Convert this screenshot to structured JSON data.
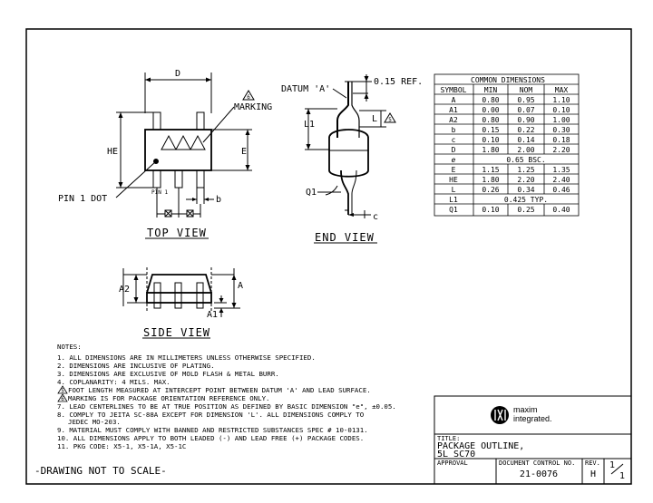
{
  "top_view": {
    "title": "TOP VIEW",
    "dim_d": "D",
    "dim_he": "HE",
    "dim_e": "E",
    "dim_b": "b",
    "marking": "MARKING",
    "marking_ref": "6",
    "pin1_dot": "PIN 1 DOT",
    "pin1_small": "PIN 1"
  },
  "end_view": {
    "title": "END VIEW",
    "datum": "DATUM 'A'",
    "ref": "0.15 REF.",
    "dim_l1": "L1",
    "dim_l": "L",
    "dim_q1": "Q1",
    "dim_c": "c",
    "foot_ref": "5"
  },
  "side_view": {
    "title": "SIDE VIEW",
    "dim_a2": "A2",
    "dim_a": "A",
    "dim_a1": "A1"
  },
  "table": {
    "title": "COMMON DIMENSIONS",
    "headers": [
      "SYMBOL",
      "MIN",
      "NOM",
      "MAX"
    ],
    "rows": [
      [
        "A",
        "0.80",
        "0.95",
        "1.10"
      ],
      [
        "A1",
        "0.00",
        "0.07",
        "0.10"
      ],
      [
        "A2",
        "0.80",
        "0.90",
        "1.00"
      ],
      [
        "b",
        "0.15",
        "0.22",
        "0.30"
      ],
      [
        "c",
        "0.10",
        "0.14",
        "0.18"
      ],
      [
        "D",
        "1.80",
        "2.00",
        "2.20"
      ],
      [
        "e",
        "",
        "0.65 BSC.",
        ""
      ],
      [
        "E",
        "1.15",
        "1.25",
        "1.35"
      ],
      [
        "HE",
        "1.80",
        "2.20",
        "2.40"
      ],
      [
        "L",
        "0.26",
        "0.34",
        "0.46"
      ],
      [
        "L1",
        "",
        "0.425 TYP.",
        ""
      ],
      [
        "Q1",
        "0.10",
        "0.25",
        "0.40"
      ]
    ]
  },
  "notes": {
    "title": "NOTES:",
    "items": [
      "1. ALL DIMENSIONS ARE IN MILLIMETERS UNLESS OTHERWISE SPECIFIED.",
      "2. DIMENSIONS ARE INCLUSIVE OF PLATING.",
      "3. DIMENSIONS ARE EXCLUSIVE OF MOLD FLASH & METAL BURR.",
      "4. COPLANARITY: 4 MILS. MAX.",
      "FOOT LENGTH MEASURED AT INTERCEPT POINT BETWEEN DATUM 'A' AND LEAD SURFACE.",
      "MARKING IS FOR PACKAGE ORIENTATION REFERENCE ONLY.",
      "7. LEAD CENTERLINES TO BE AT TRUE POSITION AS DEFINED BY BASIC DIMENSION \"e\", ±0.05.",
      "8. COMPLY TO JEITA SC-88A EXCEPT FOR DIMENSION 'L'. ALL DIMENSIONS COMPLY TO",
      "JEDEC MO-203.",
      "9. MATERIAL MUST COMPLY WITH BANNED AND RESTRICTED SUBSTANCES SPEC # 10-0131.",
      "10. ALL DIMENSIONS APPLY TO BOTH LEADED (-) AND LEAD FREE (+) PACKAGE CODES.",
      "11. PKG CODE: X5-1, X5-1A, X5-1C"
    ],
    "flag5": "5",
    "flag6": "6"
  },
  "title_block": {
    "brand_line1": "maxim",
    "brand_line2": "integrated.",
    "title_label": "TITLE:",
    "title_line1": "PACKAGE OUTLINE,",
    "title_line2": "5L SC70",
    "approval_label": "APPROVAL",
    "doc_label": "DOCUMENT CONTROL NO.",
    "doc_no": "21-0076",
    "rev_label": "REV.",
    "rev": "H",
    "sheet_num": "1",
    "sheet_den": "1"
  },
  "footer": "-DRAWING NOT TO SCALE-"
}
